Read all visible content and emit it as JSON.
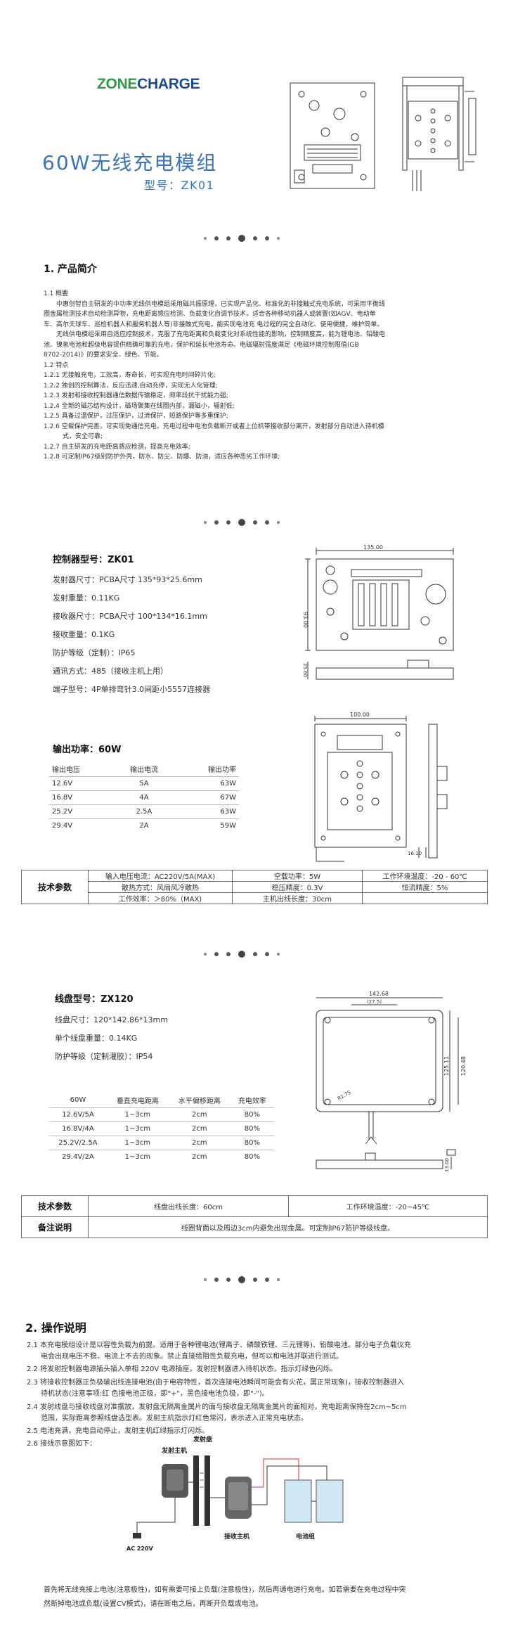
{
  "header": {
    "brand_part1": "ZONE",
    "brand_part2": "CHARGE",
    "title": "60W无线充电模组",
    "model": "型号：ZK01"
  },
  "section1": {
    "heading": "1. 产品简介",
    "lines": [
      "1.1 概要",
      "　　中惠创智自主研发的中功率无线供电模组采用磁共振原理，已实现产品化、标准化的非接触式充电系统，可采用平衡线",
      "圈金属检测技术自动检测异物，充电距离感应检测、负载变化自调节技术，适合各种移动机器人或装置(如AGV、电动单",
      "车、高尔夫球车、巡检机器人和服务机器人等)非接触式充电，能实现电池充 电过程的完全自动化、使用便捷，维护简单。",
      "　　无线供电模组采用自适应控制技术，克服了充电距离和负载变化对系统性能的影响，控制精度高，能为锂电池、铅酸电",
      "池、镍氢电池和超级电容提供精确可靠的充电，保护和延长电池寿命。电磁辐射强度满足《电磁环境控制限值(GB",
      "8702-2014)》的要求安全、绿色、节能。",
      "1.2 特点",
      "1.2.1 无接触充电，工效高，寿命长，可实现充电时间碎片化;",
      "1.2.2 独创的控制算法，反应迅速,自动充停，实现无人化管理;",
      "1.2.3 发射和接收控制器通信数据传输稳定，频率段抗干扰能力强;",
      "1.2.4 全新的磁芯结构设计，磁场聚集在线圈内部，漏磁小，辐射低;",
      "1.2.5 具备过温保护，过压保护，过流保护，短路保护等多重保护;",
      "1.2.6 空载保护完善，可实现免通信充电，充电过程中电池负载断开或者上位机带接收部分离开，发射部分自动进入待机模",
      "　　　式，安全可靠;",
      "1.2.7 自主研发的充电距离感应检测，提高充电效率;",
      "1.2.8 可定制IP67级别防护外壳，防水、防尘、防爆、防油，适应各种恶劣工作环境;"
    ]
  },
  "controller": {
    "heading": "控制器型号：ZK01",
    "specs": [
      "发射器尺寸：PCBA尺寸 135*93*25.6mm",
      "发射重量：0.11KG",
      "接收器尺寸：PCBA尺寸 100*134*16.1mm",
      "接收重量：0.1KG",
      "防护等级（定制）：IP65",
      "通讯方式：485（接收主机上用）",
      "端子型号：4P单排弯针3.0间距小5557连接器"
    ],
    "dims": {
      "w": "135.00",
      "h": "93.00",
      "t": "25.60",
      "rw": "100.00",
      "rt": "16.10"
    }
  },
  "power": {
    "heading": "输出功率：60W",
    "columns": [
      "输出电压",
      "输出电流",
      "输出功率"
    ],
    "rows": [
      [
        "12.6V",
        "5A",
        "63W"
      ],
      [
        "16.8V",
        "4A",
        "67W"
      ],
      [
        "25.2V",
        "2.5A",
        "63W"
      ],
      [
        "29.4V",
        "2A",
        "59W"
      ]
    ]
  },
  "tech1": {
    "label": "技术参数",
    "cells": [
      [
        "输入电压电流：AC220V/5A(MAX)",
        "空载功率：5W",
        "工作环境温度：-20 - 60℃"
      ],
      [
        "散热方式：风扇风冷散热",
        "稳压精度：0.3V",
        "恒流精度：5%"
      ],
      [
        "工作效率：＞80%（MAX)",
        "主机出线长度：30cm",
        ""
      ]
    ]
  },
  "coil": {
    "heading": "线盘型号：ZX120",
    "specs": [
      "线盘尺寸：120*142.86*13mm",
      "单个线盘重量：0.14KG",
      "防护等级（定制灌胶）：IP54"
    ],
    "dims": {
      "w1": "142.68",
      "w2": "(27.5)",
      "h1": "125.11",
      "h2": "120.48",
      "r": "R1.75",
      "t": "13.00"
    },
    "table_columns": [
      "60W",
      "垂直充电距离",
      "水平偏移距离",
      "充电效率"
    ],
    "table_rows": [
      [
        "12.6V/5A",
        "1~3cm",
        "2cm",
        "80%"
      ],
      [
        "16.8V/4A",
        "1~3cm",
        "2cm",
        "80%"
      ],
      [
        "25.2V/2.5A",
        "1~3cm",
        "2cm",
        "80%"
      ],
      [
        "29.4V/2A",
        "1~3cm",
        "2cm",
        "80%"
      ]
    ]
  },
  "tech2": {
    "label1": "技术参数",
    "cell1": "线盘出线长度：60cm",
    "cell2": "工作环境温度：-20~45℃",
    "label2": "备注说明",
    "note": "线圈背面以及周边3cm内避免出现金属。可定制IP67防护等级线盘。"
  },
  "section2": {
    "heading": "2. 操作说明",
    "lines": [
      "2.1 本充电模组设计是以容性负载为前提。适用于各种锂电池(锂离子、磷酸铁锂、三元锂等)、铅酸电池。部分电子负载仪充",
      "　　电会出现电压不稳、电流上不去的现象。禁止直接给阻性负载充电，但可以和电池并联进行测试。",
      "2.2 将发射控制器电源插头插入单相 220V 电源插座，发射控制器进入待机状态，指示灯绿色闪烁。",
      "2.3 将接收控制器正负极输出线连接电池(由于电容特性，首次连接电池瞬间可能会有火花，属正常现象)，接收控制器进入",
      "　　待机状态(注意事项:红 色接电池正极，即\"+\"，黑色接电池负极，即\"-\")。",
      "2.4 发射线盘与接收线盘对准摆放，发射盘无隔离金属片的面与接收盘无隔离金属片的面相对，充电距离保持在2cm~5cm",
      "　　范围，实际距离参照线盘选型表。发射主机指示灯红色常闪，表示进入正常充电状态。",
      "2.5 电池充满，充电自动停止，发射主机红绿指示灯闪烁。",
      "2.6 接线示意图如下："
    ],
    "diagram": {
      "tx_coil": "发射盘",
      "tx_host": "发射主机",
      "rx_host": "接收主机",
      "battery": "电池组",
      "ac": "AC 220V"
    },
    "footer": [
      "首先将无线充接上电池(注意极性)，如有需要可接上负载(注意极性)，然后再通电进行充电。如若需要在充电过程中突",
      "然断掉电池或负载(设置CV模式)，请在断电之后，再断开负载或电池。"
    ]
  }
}
